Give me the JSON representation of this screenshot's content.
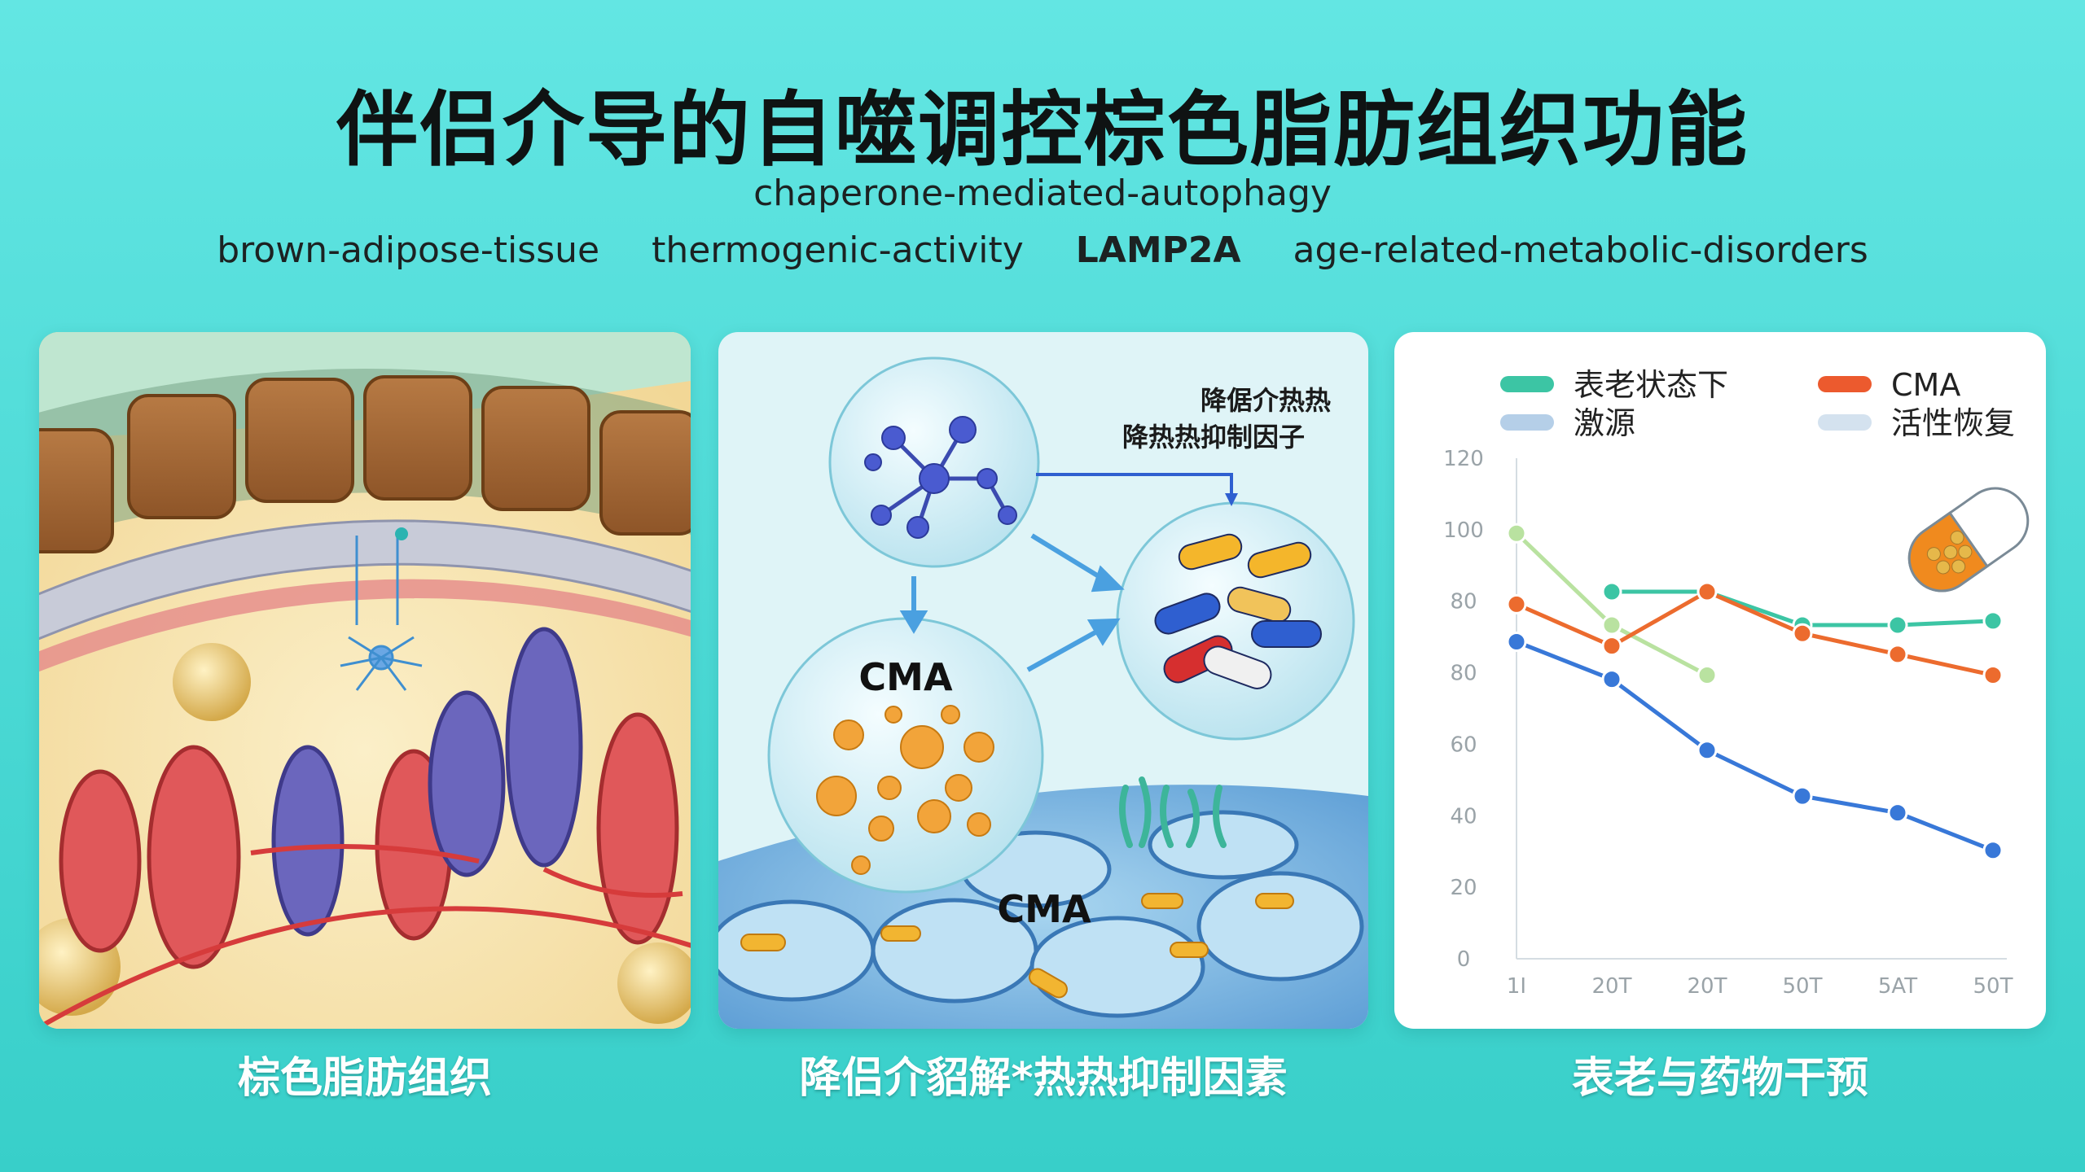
{
  "header": {
    "title": "伴侣介导的自噬调控棕色脂肪组织功能",
    "subtitle": "chaperone-mediated-autophagy",
    "keywords": [
      {
        "text": "brown-adipose-tissue",
        "bold": false
      },
      {
        "text": "thermogenic-activity",
        "bold": false
      },
      {
        "text": "LAMP2A",
        "bold": true
      },
      {
        "text": "age-related-metabolic-disorders",
        "bold": false
      }
    ]
  },
  "panels": {
    "tissue": {
      "caption": "棕色脂肪组织"
    },
    "mechanism": {
      "caption": "降侣介貂解*热热抑制因素",
      "callout_line1": "降倨介热热",
      "callout_line2": "降热热抑制因子",
      "cma_bubble_label": "CMA",
      "cma_membrane_label": "CMA"
    },
    "aging": {
      "caption": "表老与药物干预"
    }
  },
  "chart_data": {
    "type": "line",
    "categories": [
      "1I",
      "20T",
      "20T",
      "50T",
      "5AT",
      "50T"
    ],
    "yticks": [
      "0",
      "20",
      "40",
      "60",
      "80",
      "80",
      "100",
      "120"
    ],
    "ylim": [
      0,
      120
    ],
    "title": "",
    "xlabel": "",
    "ylabel": "",
    "legend": [
      {
        "label": "表老状态下",
        "color": "#3cc5a4"
      },
      {
        "label": "CMA",
        "color": "#ec5a2e"
      },
      {
        "label": "激源",
        "color": "#b5cfe8"
      },
      {
        "label": "活性恢复",
        "color": "#d4e2ef"
      }
    ],
    "series": [
      {
        "color": "#b9e2a0",
        "x_index": [
          0,
          1,
          2
        ],
        "values": [
          102,
          80,
          68
        ]
      },
      {
        "color": "#3cc5a4",
        "x_index": [
          1,
          2,
          3,
          4,
          5
        ],
        "values": [
          88,
          88,
          80,
          80,
          81
        ]
      },
      {
        "color": "#ec6b2e",
        "x_index": [
          0,
          1,
          2,
          3,
          4,
          5
        ],
        "values": [
          85,
          75,
          88,
          78,
          73,
          68
        ]
      },
      {
        "color": "#3878d8",
        "x_index": [
          0,
          1,
          2,
          3,
          4,
          5
        ],
        "values": [
          76,
          67,
          50,
          39,
          35,
          26
        ]
      }
    ]
  }
}
